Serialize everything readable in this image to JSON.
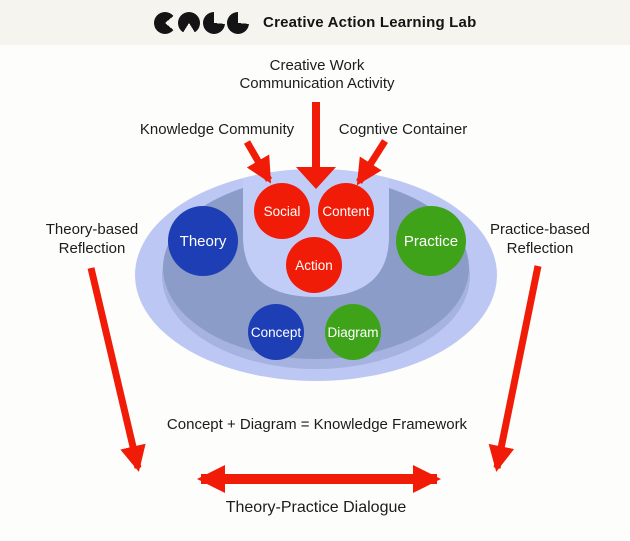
{
  "header": {
    "logo_glyphs": [
      "c",
      "a",
      "l",
      "l"
    ],
    "logo_text": "Creative Action Learning Lab"
  },
  "diagram": {
    "top_label": "Creative Work\nCommunication Activity",
    "callouts": {
      "left": "Knowledge Community",
      "right": "Cogntive Container"
    },
    "reflections": {
      "left": "Theory-based\nReflection",
      "right": "Practice-based\nReflection"
    },
    "circles": {
      "theory": {
        "label": "Theory",
        "color": "#1d3eb5"
      },
      "social": {
        "label": "Social",
        "color": "#f11c07"
      },
      "content": {
        "label": "Content",
        "color": "#f11c07"
      },
      "action": {
        "label": "Action",
        "color": "#f11c07"
      },
      "practice": {
        "label": "Practice",
        "color": "#3fa319"
      },
      "concept": {
        "label": "Concept",
        "color": "#1d3eb5"
      },
      "diagram": {
        "label": "Diagram",
        "color": "#3fa319"
      }
    },
    "bottom_labels": {
      "framework": "Concept + Diagram = Knowledge Framework",
      "dialogue": "Theory-Practice Dialogue"
    },
    "colors": {
      "arrow_red": "#f11c07",
      "outer_ellipse": "#bcc8f3",
      "inner_ellipse": "#8c9cc8",
      "inner_ellipse_lip": "#a6b3e0",
      "channel": "#c2cdf7"
    }
  }
}
